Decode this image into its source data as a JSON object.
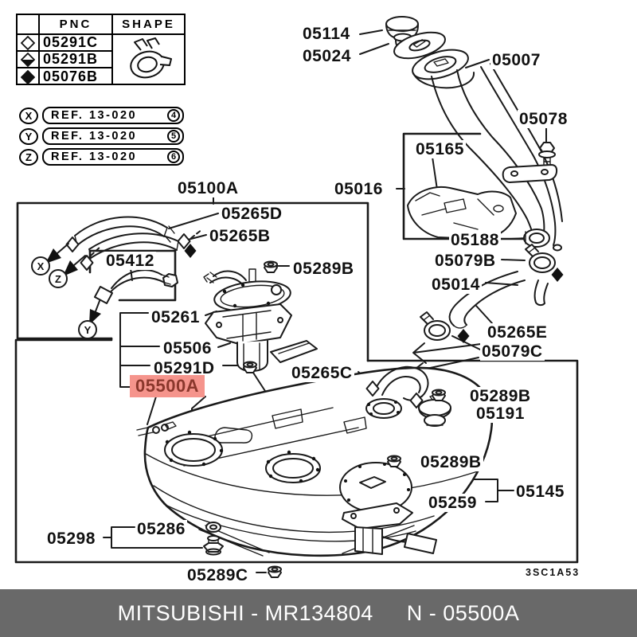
{
  "colors": {
    "highlight_bg": "#f5948c",
    "highlight_text": "#8a372c",
    "footer_bg": "#696969",
    "footer_text": "#ffffff",
    "line": "#1a1a1a"
  },
  "legend_table": {
    "pnc_header": "PNC",
    "shape_header": "SHAPE",
    "rows": [
      {
        "symbol": "open-diamond",
        "pnc": "05291C"
      },
      {
        "symbol": "half-filled-diamond",
        "pnc": "05291B"
      },
      {
        "symbol": "filled-diamond",
        "pnc": "05076B"
      }
    ]
  },
  "references": [
    {
      "marker": "X",
      "label": "REF. 13-020",
      "number": "4"
    },
    {
      "marker": "Y",
      "label": "REF. 13-020",
      "number": "5"
    },
    {
      "marker": "Z",
      "label": "REF. 13-020",
      "number": "6"
    }
  ],
  "diagram_markers": {
    "x": "X",
    "z": "Z",
    "y": "Y"
  },
  "diagram_code": "3SC1A53",
  "part_labels": [
    {
      "text": "05114"
    },
    {
      "text": "05024"
    },
    {
      "text": "05007"
    },
    {
      "text": "05078"
    },
    {
      "text": "05016"
    },
    {
      "text": "05165"
    },
    {
      "text": "05188"
    },
    {
      "text": "05079B"
    },
    {
      "text": "05014"
    },
    {
      "text": "05265E"
    },
    {
      "text": "05079C"
    },
    {
      "text": "05100A"
    },
    {
      "text": "05265D"
    },
    {
      "text": "05265B"
    },
    {
      "text": "05412"
    },
    {
      "text": "05289B"
    },
    {
      "text": "05261"
    },
    {
      "text": "05506"
    },
    {
      "text": "05291D"
    },
    {
      "text": "05500A",
      "highlighted": true
    },
    {
      "text": "05265C"
    },
    {
      "text": "05289B"
    },
    {
      "text": "05191"
    },
    {
      "text": "05289B"
    },
    {
      "text": "05145"
    },
    {
      "text": "05259"
    },
    {
      "text": "05286"
    },
    {
      "text": "05298"
    },
    {
      "text": "05289C"
    }
  ],
  "footer": {
    "brand_part": "MITSUBISHI - MR134804",
    "part_number": "N - 05500A"
  }
}
